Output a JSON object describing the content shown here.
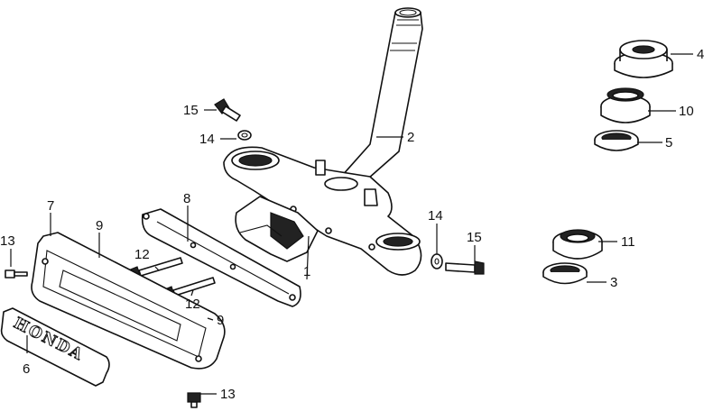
{
  "callouts": {
    "c1": "1",
    "c2": "2",
    "c3": "3",
    "c4": "4",
    "c5": "5",
    "c6": "6",
    "c7": "7",
    "c8": "8",
    "c9a": "9",
    "c9b": "9",
    "c10": "10",
    "c11": "11",
    "c12a": "12",
    "c12b": "12",
    "c13a": "13",
    "c13b": "13",
    "c14a": "14",
    "c14b": "14",
    "c15a": "15",
    "c15b": "15"
  },
  "emblem": {
    "brand": "HONDA"
  }
}
